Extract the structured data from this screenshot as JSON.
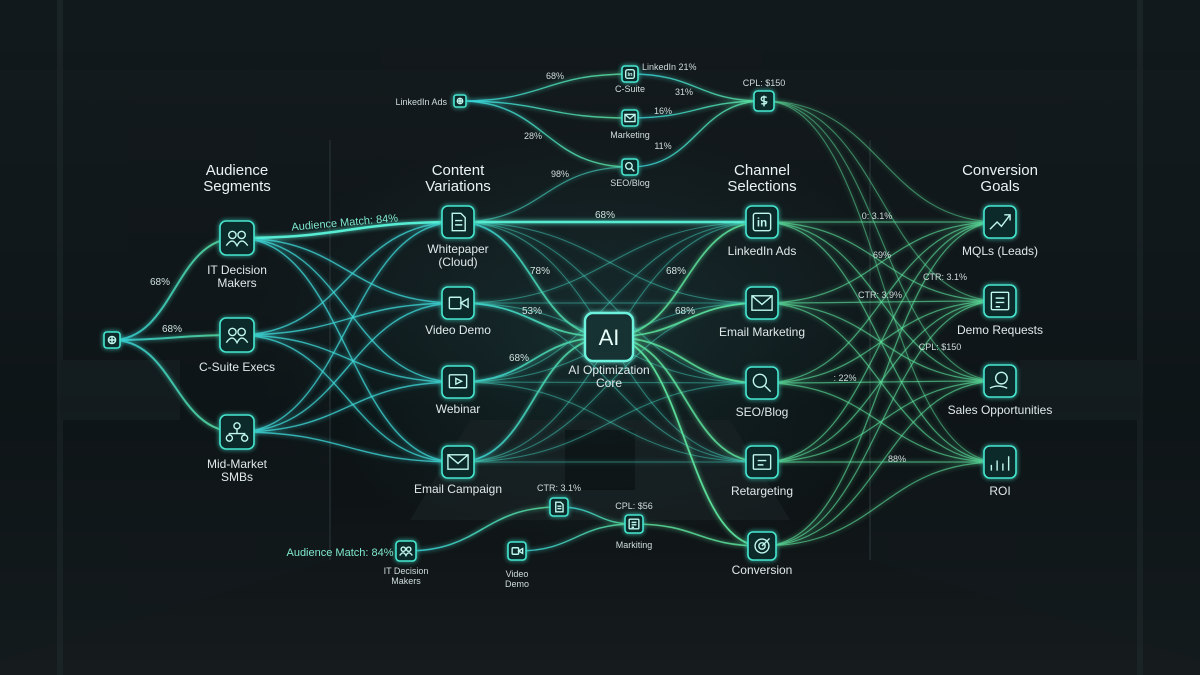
{
  "headers": {
    "audience": "Audience\nSegments",
    "content": "Content\nVariations",
    "channel": "Channel\nSelections",
    "goals": "Conversion\nGoals"
  },
  "audience": [
    {
      "label": "IT Decision\nMakers",
      "icon": "people-icon"
    },
    {
      "label": "C-Suite Execs",
      "icon": "group-icon"
    },
    {
      "label": "Mid-Market\nSMBs",
      "icon": "org-chart-icon"
    }
  ],
  "content": [
    {
      "label": "Whitepaper\n(Cloud)",
      "icon": "document-icon"
    },
    {
      "label": "Video Demo",
      "icon": "video-camera-icon"
    },
    {
      "label": "Webinar",
      "icon": "screen-play-icon"
    },
    {
      "label": "Email Campaign",
      "icon": "envelope-icon"
    }
  ],
  "core": {
    "mark": "AI",
    "label": "AI Optimization\nCore"
  },
  "channels": [
    {
      "label": "LinkedIn Ads",
      "icon": "linkedin-icon",
      "mark": "in"
    },
    {
      "label": "Email Marketing",
      "icon": "envelope-icon"
    },
    {
      "label": "SEO/Blog",
      "icon": "magnifier-icon"
    },
    {
      "label": "Retargeting",
      "icon": "retarget-icon"
    },
    {
      "label": "Conversion",
      "icon": "target-icon"
    }
  ],
  "goals": [
    {
      "label": "MQLs (Leads)",
      "icon": "trend-up-icon"
    },
    {
      "label": "Demo Requests",
      "icon": "demo-icon"
    },
    {
      "label": "Sales Opportunities",
      "icon": "money-hand-icon"
    },
    {
      "label": "ROI",
      "icon": "bar-chart-icon"
    }
  ],
  "top_cluster": {
    "linkedin_ads": "LinkedIn Ads",
    "li_mark": "in",
    "linkedin_pct": "LinkedIn 21%",
    "c_suite": "C-Suite",
    "marketing": "Marketing",
    "seo_blog": "SEO/Blog",
    "cpl": "CPL: $150",
    "p68": "68%",
    "p31": "31%",
    "p16": "16%",
    "p28": "28%",
    "p11": "11%",
    "p98": "98%"
  },
  "bottom_cluster": {
    "match": "Audience Match: 84%",
    "it_makers": "IT Decision\nMakers",
    "ctr": "CTR: 3.1%",
    "video": "Video\nDemo",
    "cpl": "CPL: $56",
    "marketing": "Markiting"
  },
  "main_labels": {
    "audience_match": "Audience Match: 84%",
    "aud_68_a": "68%",
    "aud_68_b": "68%",
    "wp_68": "68%",
    "c78": "78%",
    "c53": "53%",
    "c68": "68%",
    "ch68a": "68%",
    "ch68b": "68%",
    "g031": "0: 3.1%",
    "g69": "69%",
    "ctr31": "CTR: 3.1%",
    "ctr39": "CTR: 3.9%",
    "cpl150": "CPL: $150",
    "g22": ": 22%",
    "g88": "88%"
  },
  "colors": {
    "accent": "#45e6cf",
    "green": "#5fe8a0",
    "glow": "#6df2dd"
  }
}
